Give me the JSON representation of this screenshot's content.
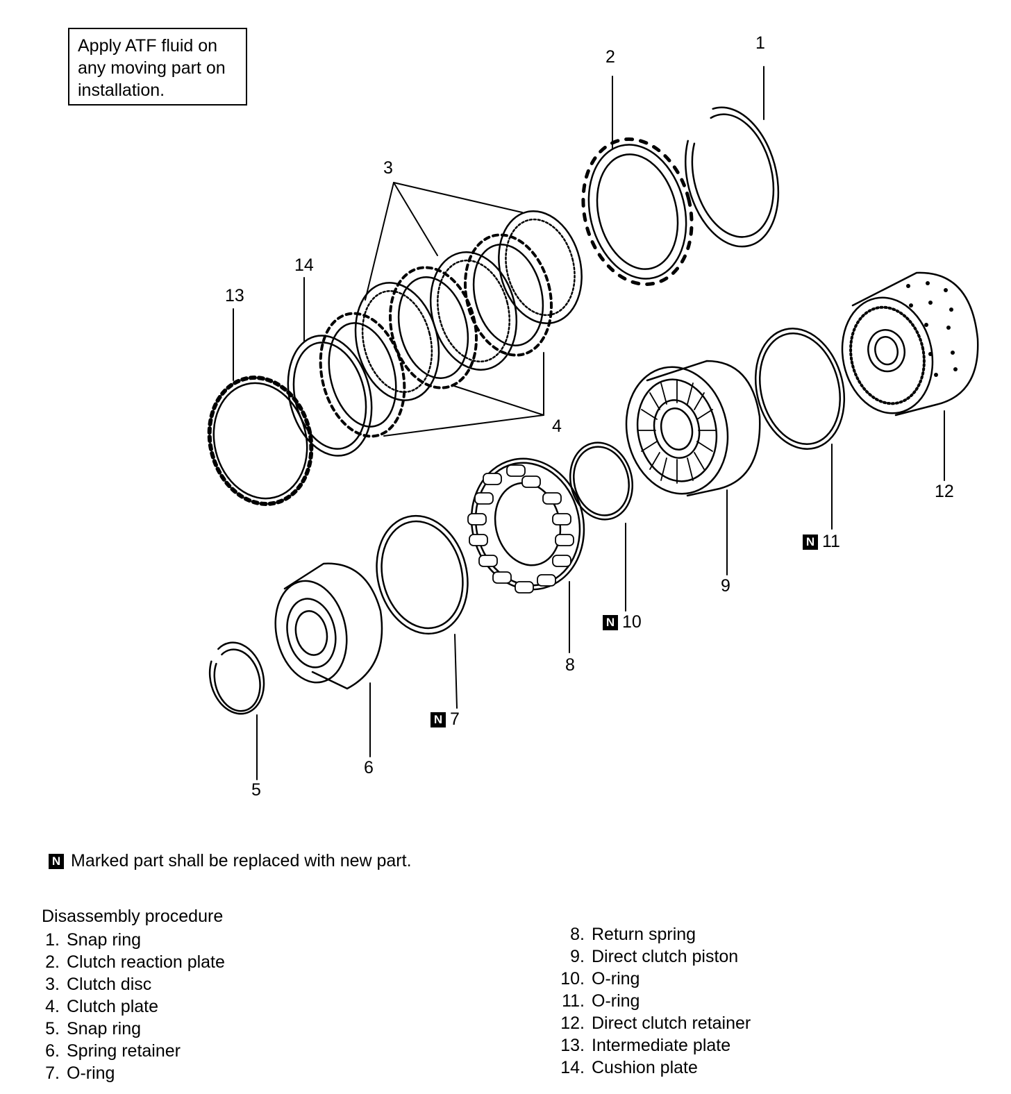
{
  "note": {
    "lines": [
      "Apply ATF fluid on",
      "any moving part on",
      "installation."
    ]
  },
  "callouts": {
    "c1": "1",
    "c2": "2",
    "c3": "3",
    "c4": "4",
    "c5": "5",
    "c6": "6",
    "c7": "7",
    "c8": "8",
    "c9": "9",
    "c10": "10",
    "c11": "11",
    "c12": "12",
    "c13": "13",
    "c14": "14"
  },
  "badge_letter": "N",
  "legend_text": "Marked part shall be replaced with new part.",
  "procedure_title": "Disassembly procedure",
  "parts_left": [
    {
      "num": "1.",
      "name": "Snap ring"
    },
    {
      "num": "2.",
      "name": "Clutch reaction plate"
    },
    {
      "num": "3.",
      "name": "Clutch disc"
    },
    {
      "num": "4.",
      "name": "Clutch plate"
    },
    {
      "num": "5.",
      "name": "Snap ring"
    },
    {
      "num": "6.",
      "name": "Spring retainer"
    },
    {
      "num": "7.",
      "name": "O-ring"
    }
  ],
  "parts_right": [
    {
      "num": "8.",
      "name": "Return spring"
    },
    {
      "num": "9.",
      "name": "Direct clutch piston"
    },
    {
      "num": "10.",
      "name": "O-ring"
    },
    {
      "num": "11.",
      "name": "O-ring"
    },
    {
      "num": "12.",
      "name": "Direct clutch retainer"
    },
    {
      "num": "13.",
      "name": "Intermediate plate"
    },
    {
      "num": "14.",
      "name": "Cushion plate"
    }
  ]
}
